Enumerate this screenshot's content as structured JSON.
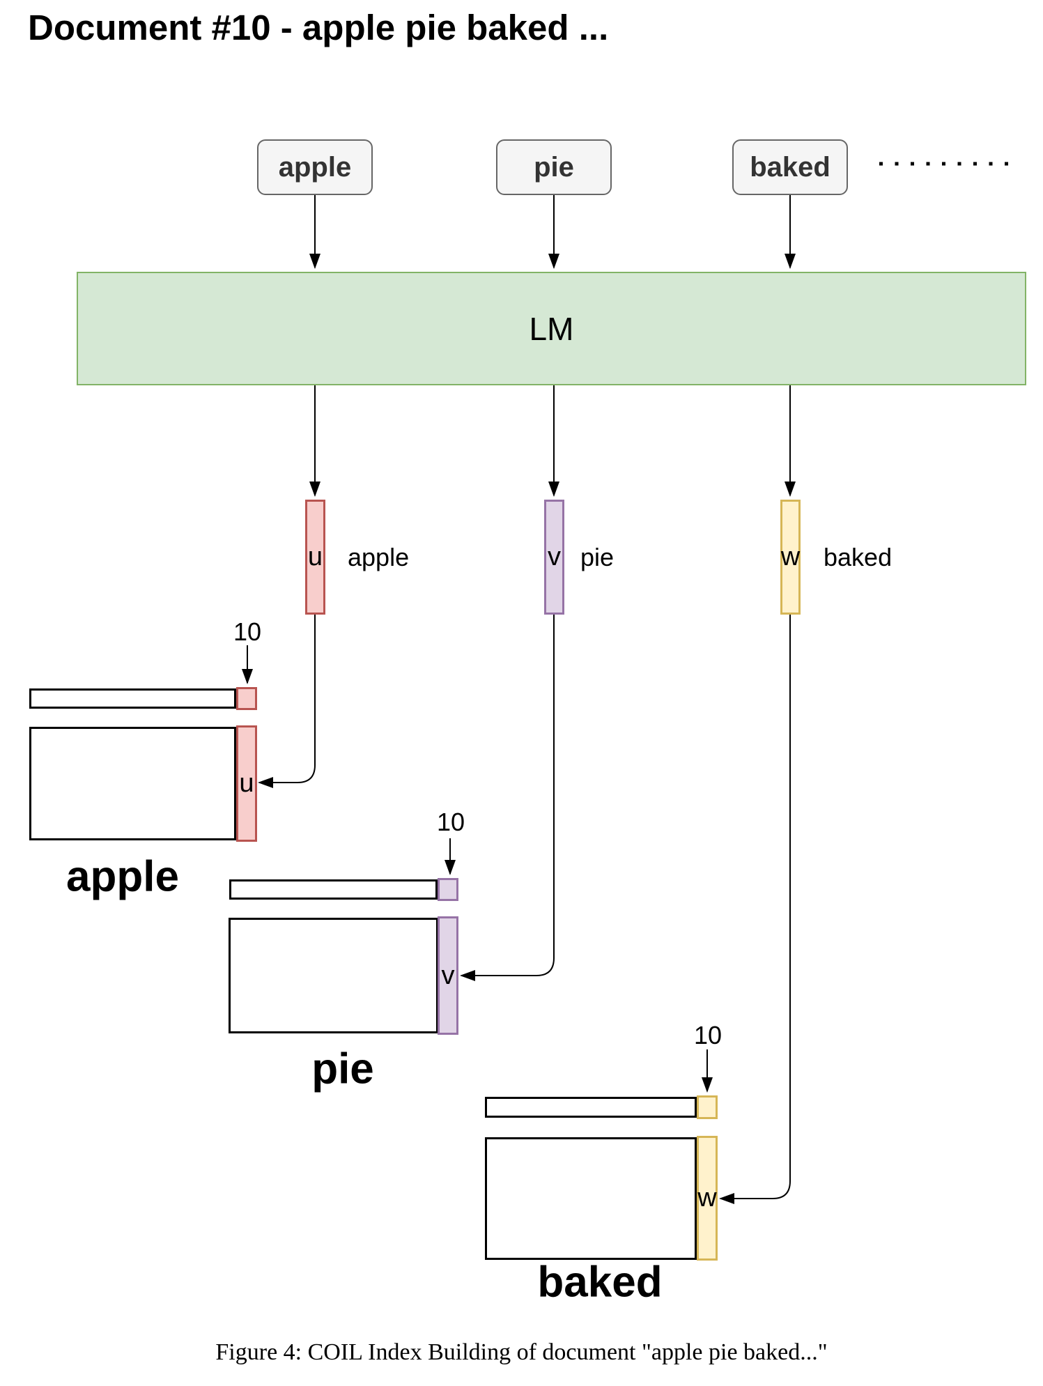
{
  "title": "Document #10 - apple pie baked ...",
  "figure_caption": "Figure 4: COIL Index Building of document \"apple pie baked...\"",
  "lm": {
    "label": "LM"
  },
  "tokens": [
    {
      "token": "apple",
      "vector": {
        "letter": "u",
        "label": "apple"
      },
      "index": {
        "doc_id": "10",
        "column_letter": "u",
        "term": "apple"
      }
    },
    {
      "token": "pie",
      "vector": {
        "letter": "v",
        "label": "pie"
      },
      "index": {
        "doc_id": "10",
        "column_letter": "v",
        "term": "pie"
      }
    },
    {
      "token": "baked",
      "vector": {
        "letter": "w",
        "label": "baked"
      },
      "index": {
        "doc_id": "10",
        "column_letter": "w",
        "term": "baked"
      }
    }
  ],
  "colors": {
    "lm_fill": "#d5e8d4",
    "lm_stroke": "#82b366",
    "token_fill": "#f5f5f5",
    "token_stroke": "#666666",
    "apple_fill": "#f8cecc",
    "apple_stroke": "#b85450",
    "pie_fill": "#e1d5e7",
    "pie_stroke": "#9673a6",
    "baked_fill": "#fff2cc",
    "baked_stroke": "#d6b656",
    "line": "#000000"
  }
}
